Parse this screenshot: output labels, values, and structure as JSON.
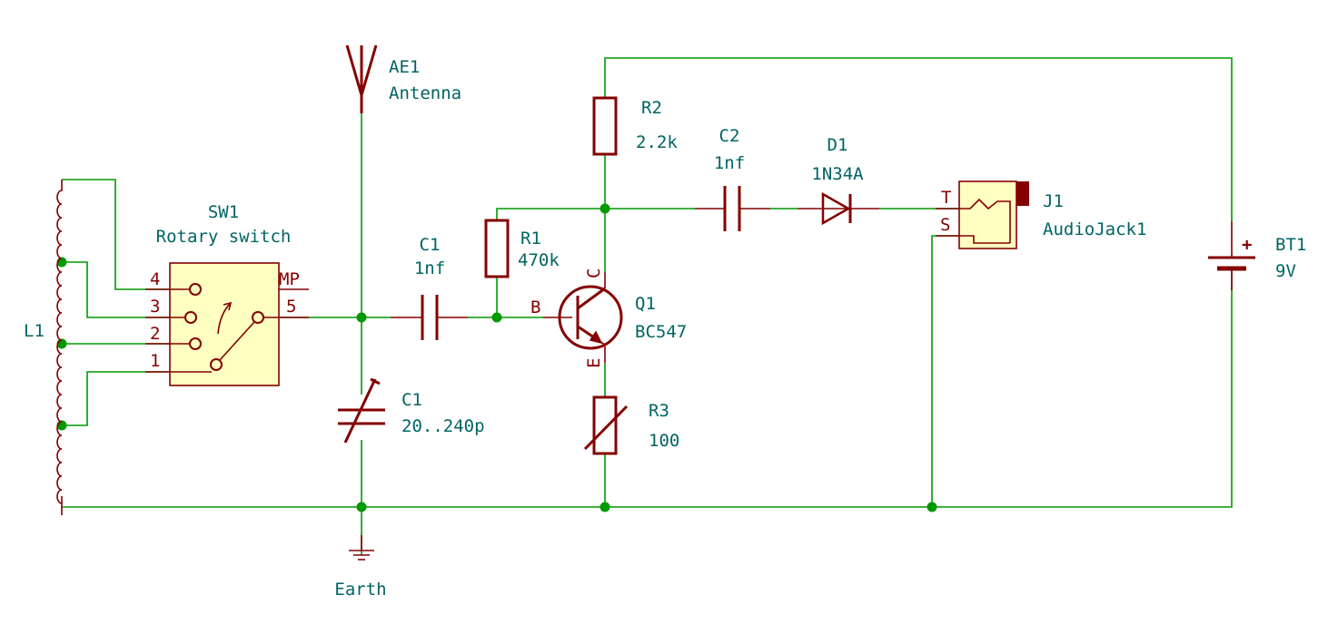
{
  "components": {
    "antenna": {
      "ref": "AE1",
      "value": "Antenna"
    },
    "rotary_switch": {
      "ref": "SW1",
      "value": "Rotary switch",
      "pins": {
        "p1": "1",
        "p2": "2",
        "p3": "3",
        "p4": "4",
        "p5": "5",
        "mp": "MP"
      }
    },
    "inductor": {
      "ref": "L1"
    },
    "coupling_cap": {
      "ref": "C1",
      "value": "1nf"
    },
    "variable_cap": {
      "ref": "C1",
      "value": "20..240p"
    },
    "bias_resistor": {
      "ref": "R1",
      "value": "470k"
    },
    "collector_resistor": {
      "ref": "R2",
      "value": "2.2k"
    },
    "emitter_resistor": {
      "ref": "R3",
      "value": "100"
    },
    "output_cap": {
      "ref": "C2",
      "value": "1nf"
    },
    "diode": {
      "ref": "D1",
      "value": "1N34A"
    },
    "transistor": {
      "ref": "Q1",
      "value": "BC547",
      "pins": {
        "base": "B",
        "collector": "C",
        "emitter": "E"
      }
    },
    "audio_jack": {
      "ref": "J1",
      "value": "AudioJack1",
      "pins": {
        "tip": "T",
        "sleeve": "S"
      }
    },
    "battery": {
      "ref": "BT1",
      "value": "9V",
      "polarity": "+"
    },
    "ground": {
      "label": "Earth"
    }
  },
  "colors": {
    "wire": "#009900",
    "component": "#840000",
    "text": "#006464",
    "body": "#ffffc2"
  }
}
